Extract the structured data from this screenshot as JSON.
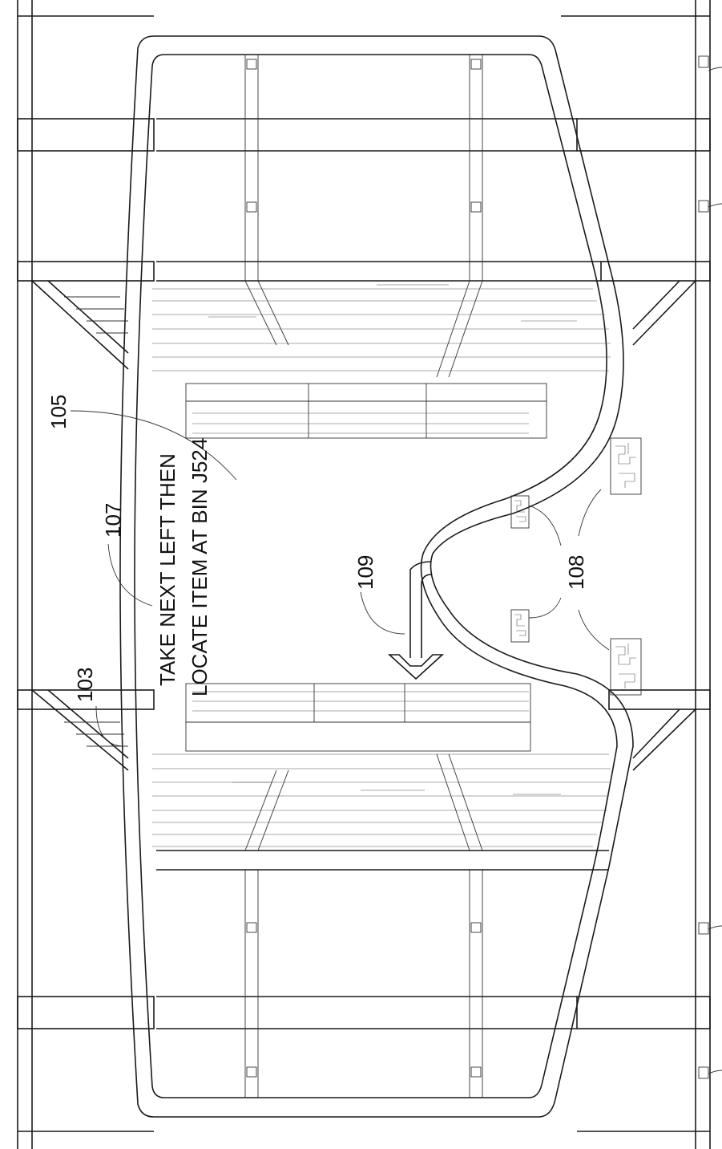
{
  "figure": {
    "caption_line1": "TAKE NEXT LEFT THEN",
    "caption_line2": "LOCATE ITEM AT BIN J524"
  },
  "labels": {
    "ref_103": "103",
    "ref_105": "105",
    "ref_107": "107",
    "ref_108": "108",
    "ref_109": "109"
  },
  "icons": {
    "direction_arrow": "arrow-icon",
    "fiducial_marker": "marker-icon"
  },
  "colors": {
    "line": "#1a1a1a",
    "background": "#ffffff"
  }
}
